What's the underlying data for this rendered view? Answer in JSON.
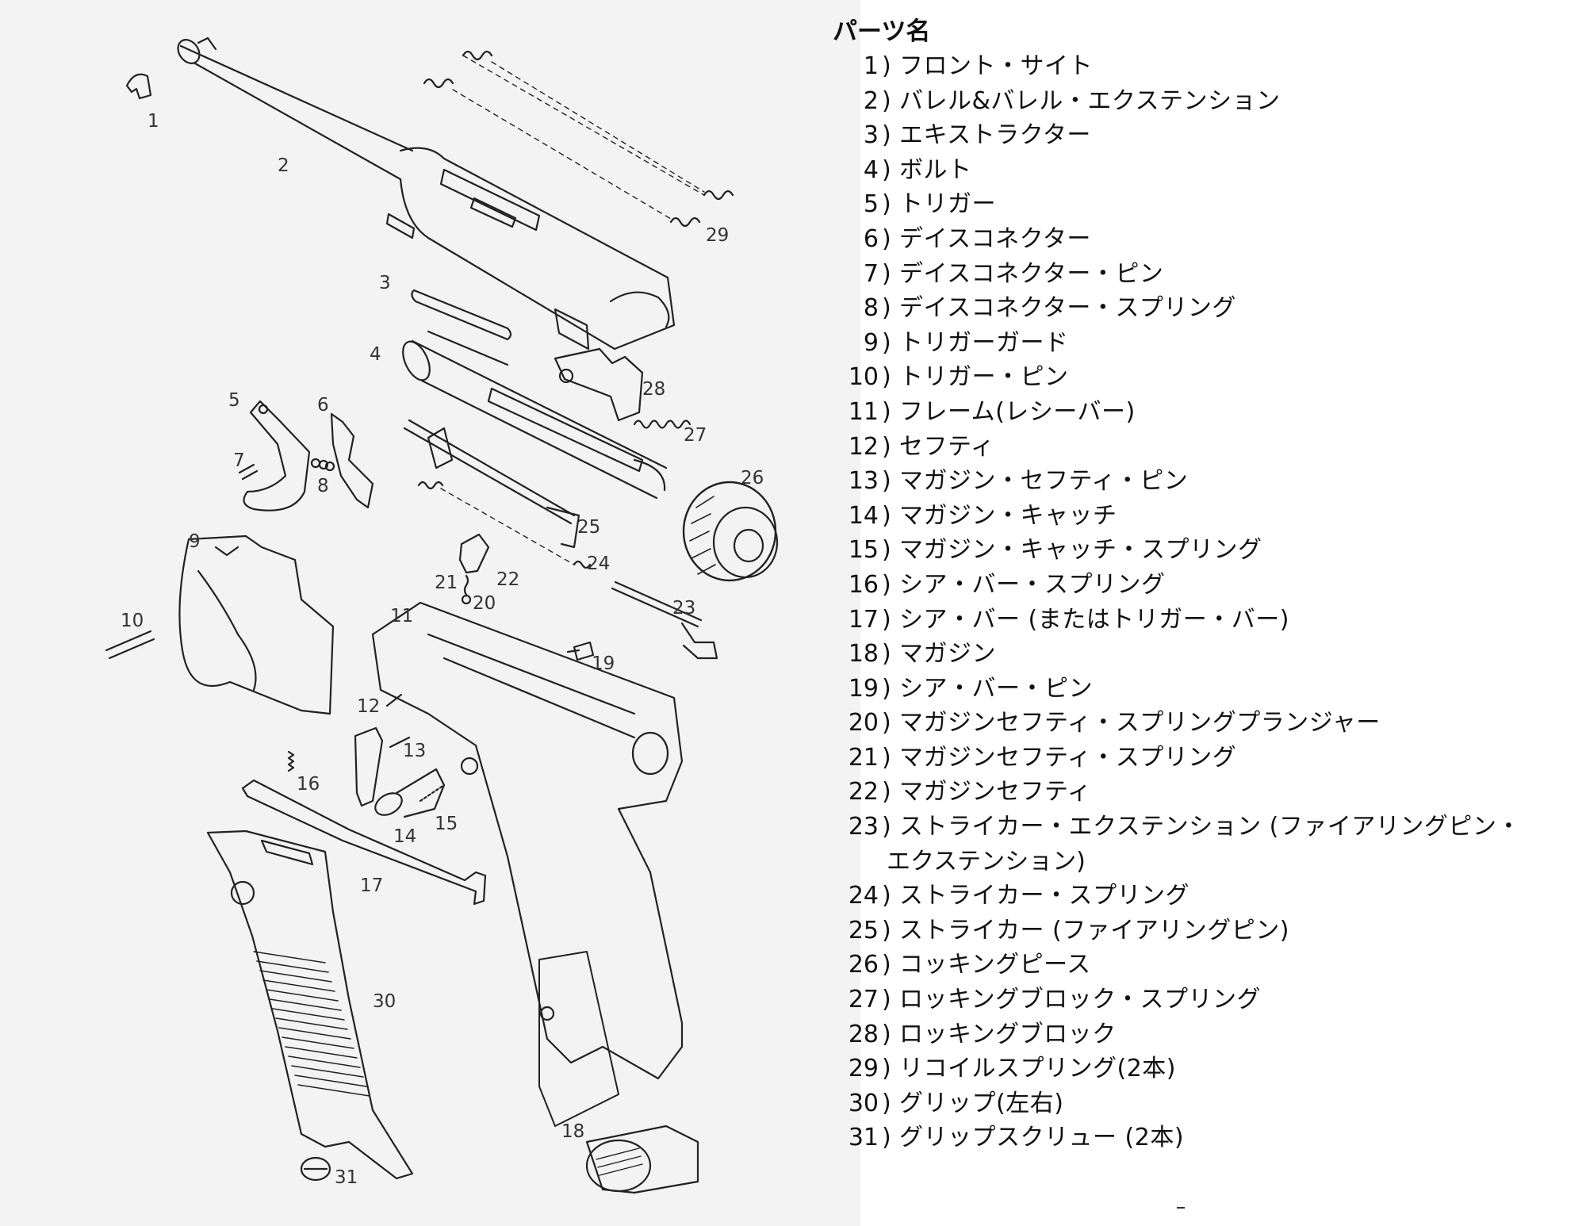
{
  "title": "パーツ名",
  "parts": [
    {
      "num": "1",
      "paren": ")",
      "name": "フロント・サイト"
    },
    {
      "num": "2",
      "paren": ")",
      "name": "バレル&バレル・エクステンション"
    },
    {
      "num": "3",
      "paren": ")",
      "name": "エキストラクター"
    },
    {
      "num": "4",
      "paren": ")",
      "name": "ボルト"
    },
    {
      "num": "5",
      "paren": ")",
      "name": "トリガー"
    },
    {
      "num": "6",
      "paren": ")",
      "name": "デイスコネクター"
    },
    {
      "num": "7",
      "paren": ")",
      "name": "デイスコネクター・ピン"
    },
    {
      "num": "8",
      "paren": ")",
      "name": "デイスコネクター・スプリング"
    },
    {
      "num": "9",
      "paren": ")",
      "name": "トリガーガード"
    },
    {
      "num": "10",
      "paren": ")",
      "name": "トリガー・ピン"
    },
    {
      "num": "11",
      "paren": ")",
      "name": "フレーム(レシーバー)"
    },
    {
      "num": "12",
      "paren": ")",
      "name": "セフティ"
    },
    {
      "num": "13",
      "paren": ")",
      "name": "マガジン・セフティ・ピン"
    },
    {
      "num": "14",
      "paren": ")",
      "name": "マガジン・キャッチ"
    },
    {
      "num": "15",
      "paren": ")",
      "name": "マガジン・キャッチ・スプリング"
    },
    {
      "num": "16",
      "paren": ")",
      "name": "シア・バー・スプリング"
    },
    {
      "num": "17",
      "paren": ")",
      "name": "シア・バー (またはトリガー・バー)"
    },
    {
      "num": "18",
      "paren": ")",
      "name": "マガジン"
    },
    {
      "num": "19",
      "paren": ")",
      "name": "シア・バー・ピン"
    },
    {
      "num": "20",
      "paren": ")",
      "name": "マガジンセフティ・スプリングプランジャー"
    },
    {
      "num": "21",
      "paren": ")",
      "name": "マガジンセフティ・スプリング"
    },
    {
      "num": "22",
      "paren": ")",
      "name": "マガジンセフティ"
    },
    {
      "num": "23",
      "paren": ")",
      "name": "ストライカー・エクステンション (ファイアリングピン・",
      "cont": "エクステンション)"
    },
    {
      "num": "24",
      "paren": ")",
      "name": "ストライカー・スプリング"
    },
    {
      "num": "25",
      "paren": ")",
      "name": "ストライカー (ファイアリングピン)"
    },
    {
      "num": "26",
      "paren": ")",
      "name": "コッキングピース"
    },
    {
      "num": "27",
      "paren": ")",
      "name": "ロッキングブロック・スプリング"
    },
    {
      "num": "28",
      "paren": ")",
      "name": "ロッキングブロック"
    },
    {
      "num": "29",
      "paren": ")",
      "name": "リコイルスプリング(2本)"
    },
    {
      "num": "30",
      "paren": ")",
      "name": "グリップ(左右)"
    },
    {
      "num": "31",
      "paren": ")",
      "name": "グリップスクリュー (2本)"
    }
  ],
  "diagram_labels": {
    "l1": "1",
    "l2": "2",
    "l3": "3",
    "l4": "4",
    "l5": "5",
    "l6": "6",
    "l7": "7",
    "l8": "8",
    "l9": "9",
    "l10": "10",
    "l11": "11",
    "l12": "12",
    "l13": "13",
    "l14": "14",
    "l15": "15",
    "l16": "16",
    "l17": "17",
    "l18": "18",
    "l19": "19",
    "l20": "20",
    "l21": "21",
    "l22": "22",
    "l23": "23",
    "l24": "24",
    "l25": "25",
    "l26": "26",
    "l27": "27",
    "l28": "28",
    "l29": "29",
    "l30": "30",
    "l31": "31"
  }
}
